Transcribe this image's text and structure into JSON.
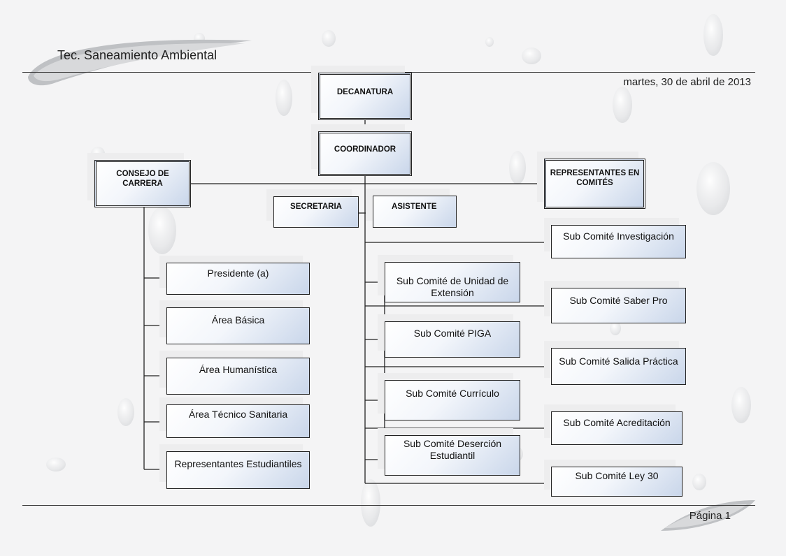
{
  "header": {
    "title": "Tec. Saneamiento Ambiental",
    "date": "martes, 30 de abril de 2013"
  },
  "footer": {
    "page_label": "Página 1"
  },
  "org": {
    "decanatura": "DECANATURA",
    "coordinador": "COORDINADOR",
    "consejo": "CONSEJO DE CARRERA",
    "representantes": "REPRESENTANTES EN COMITÉS",
    "secretaria": "SECRETARIA",
    "asistente": "ASISTENTE",
    "consejo_children": [
      "Presidente (a)",
      "Área Básica",
      "Área Humanística",
      "Área Técnico Sanitaria",
      "Representantes Estudiantiles"
    ],
    "sub_left": [
      "Sub Comité de Unidad de Extensión",
      "Sub Comité PIGA",
      "Sub Comité Currículo",
      "Sub Comité Deserción Estudiantil"
    ],
    "sub_right": [
      "Sub Comité Investigación",
      "Sub Comité Saber Pro",
      "Sub Comité Salida Práctica",
      "Sub Comité Acreditación",
      "Sub Comité Ley 30"
    ]
  }
}
